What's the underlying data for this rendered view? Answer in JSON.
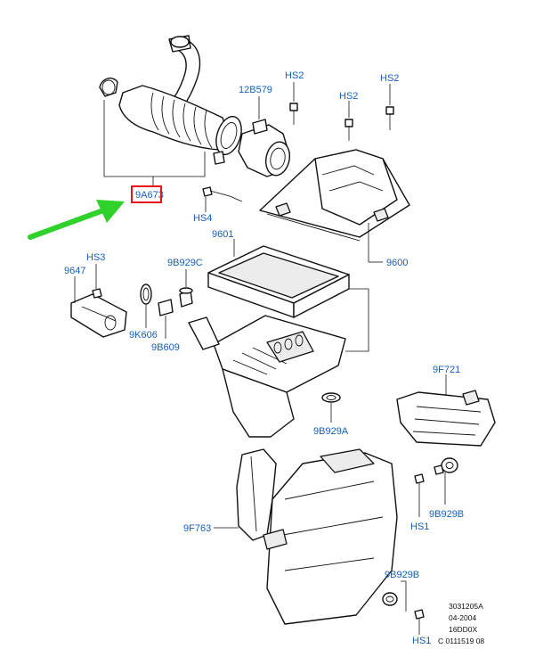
{
  "callouts": {
    "part_9a673": "9A673",
    "part_12b579": "12B579",
    "hs2_left": "HS2",
    "hs2_center": "HS2",
    "hs2_right": "HS2",
    "hs4": "HS4",
    "hs3": "HS3",
    "part_9647": "9647",
    "part_9601": "9601",
    "part_9600": "9600",
    "part_9b929c": "9B929C",
    "part_9k606": "9K606",
    "part_9b609": "9B609",
    "part_9f721": "9F721",
    "part_9b929a": "9B929A",
    "part_9b929b_upper": "9B929B",
    "hs1_upper": "HS1",
    "part_9f763": "9F763",
    "part_9b929b_lower": "9B929B",
    "hs1_lower": "HS1"
  },
  "stamp": {
    "line1": "3031205A",
    "line2": "04-2004",
    "line3": "16DD0X",
    "line4": "C 0111519 08"
  },
  "highlight": {
    "box_color": "#e8141c",
    "arrow_color": "#2fd12a",
    "target": "9A673"
  },
  "colors": {
    "label_blue": "#1560bd",
    "line_black": "#111111"
  }
}
